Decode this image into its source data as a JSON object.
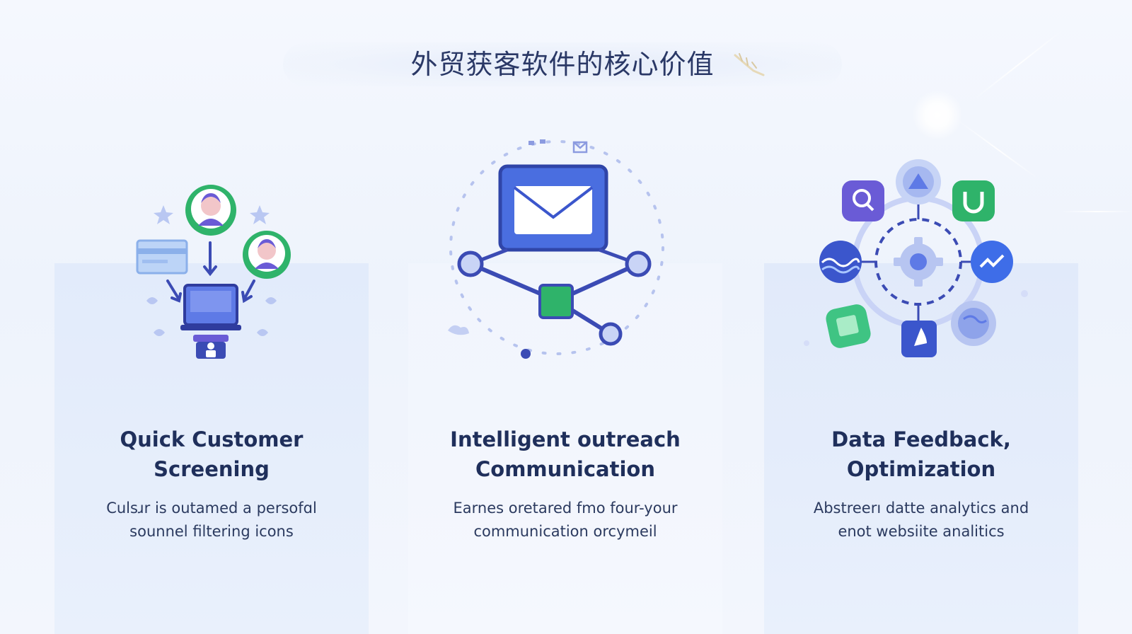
{
  "header": {
    "title": "外贸获客软件的核心价值"
  },
  "cards": [
    {
      "title_lines": [
        "Quick Customer",
        "Screening"
      ],
      "desc_lines": [
        "Culsɹr is outamed a persofɑl",
        "sounnel  filtering icons"
      ],
      "icons": [
        "user-avatar-icon",
        "id-card-icon",
        "laptop-icon",
        "person-icon",
        "star-icon"
      ]
    },
    {
      "title_lines": [
        "Intelligent outreach",
        "Communication"
      ],
      "desc_lines": [
        "Earnes oretared fmo four-your",
        "communication orcymeil"
      ],
      "icons": [
        "envelope-icon",
        "network-node-icon"
      ]
    },
    {
      "title_lines": [
        "Data Feedback,",
        "Optimization"
      ],
      "desc_lines": [
        "Abstreerı datte analytics and",
        "enot websiite analitics"
      ],
      "icons": [
        "gear-icon",
        "search-icon",
        "magnet-icon",
        "wave-icon",
        "trend-icon",
        "globe-icon",
        "chart-icon",
        "cube-icon"
      ]
    }
  ],
  "colors": {
    "title": "#2a3866",
    "card_title": "#1f2f5b",
    "accent_blue": "#4a6ee0",
    "accent_green": "#2fb36a",
    "accent_purple": "#6a5bd6"
  }
}
